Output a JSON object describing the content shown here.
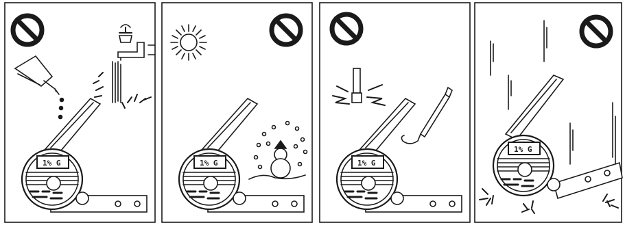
{
  "figure": {
    "panels": [
      {
        "id": "no-liquids",
        "hazard": "oil and water",
        "prohibited": true,
        "display_text": "1% G",
        "icons": [
          "prohibition-icon",
          "oil-can-icon",
          "water-tap-icon",
          "water-splash-icon",
          "angle-meter-icon"
        ]
      },
      {
        "id": "no-temperature-extremes",
        "hazard": "sun heat and snow cold",
        "prohibited": true,
        "display_text": "1% G",
        "icons": [
          "prohibition-icon",
          "sun-icon",
          "snowman-icon",
          "angle-meter-icon"
        ]
      },
      {
        "id": "no-cutting-or-sharp-tools",
        "hazard": "cutting and sharp tools",
        "prohibited": true,
        "display_text": "1% G",
        "icons": [
          "prohibition-icon",
          "cutter-icon",
          "pen-icon",
          "angle-meter-icon"
        ]
      },
      {
        "id": "no-dropping-or-impact",
        "hazard": "dropping and impact",
        "prohibited": true,
        "display_text": "1% G",
        "icons": [
          "prohibition-icon",
          "falling-lines-icon",
          "impact-icon",
          "angle-meter-icon"
        ]
      }
    ],
    "colors": {
      "ink": "#1a1a1a",
      "paper": "#ffffff"
    }
  }
}
